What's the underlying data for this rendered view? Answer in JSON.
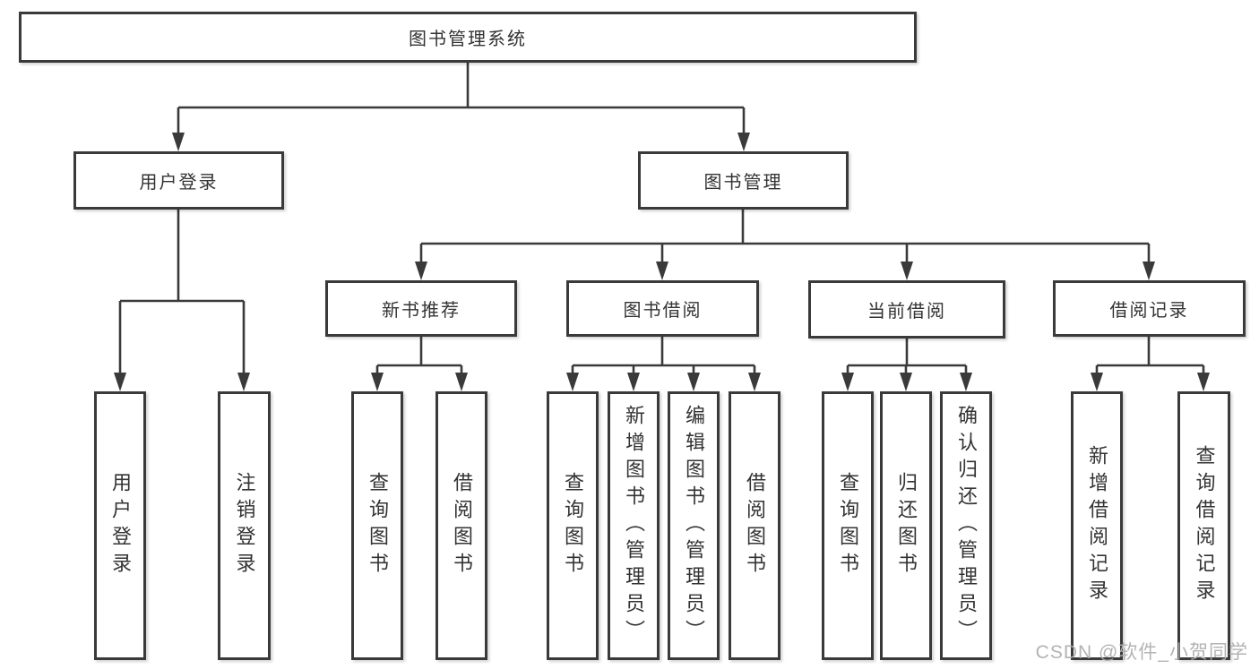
{
  "diagram": {
    "root": {
      "label": "图书管理系统"
    },
    "branches": [
      {
        "label": "用户登录",
        "children": [
          {
            "label": "用户登录"
          },
          {
            "label": "注销登录"
          }
        ]
      },
      {
        "label": "图书管理",
        "children": [
          {
            "label": "新书推荐",
            "children": [
              {
                "label": "查询图书"
              },
              {
                "label": "借阅图书"
              }
            ]
          },
          {
            "label": "图书借阅",
            "children": [
              {
                "label": "查询图书"
              },
              {
                "label": "新增图书（管理员）"
              },
              {
                "label": "编辑图书（管理员）"
              },
              {
                "label": "借阅图书"
              }
            ]
          },
          {
            "label": "当前借阅",
            "children": [
              {
                "label": "查询图书"
              },
              {
                "label": "归还图书"
              },
              {
                "label": "确认归还（管理员）"
              }
            ]
          },
          {
            "label": "借阅记录",
            "children": [
              {
                "label": "新增借阅记录"
              },
              {
                "label": "查询借阅记录"
              }
            ]
          }
        ]
      }
    ]
  },
  "watermark": {
    "text": "CSDN @软件_小贺同学"
  },
  "colors": {
    "line": "#3a3a3a",
    "border": "#3a3a3a",
    "text": "#333333",
    "box_background": "#ffffff",
    "watermark": "#acacac"
  }
}
